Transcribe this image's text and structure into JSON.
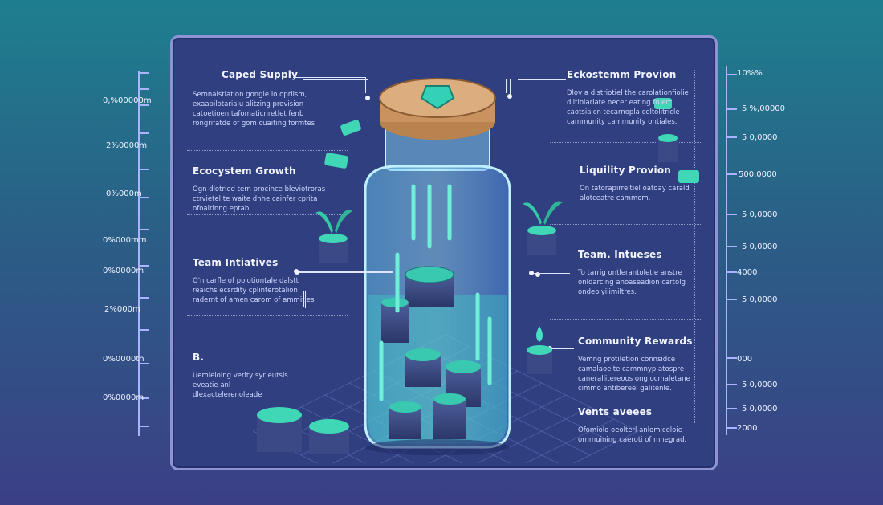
{
  "left_axis": {
    "ticks": [
      "0,%00000m",
      "2%0000m",
      "0%000m",
      "0%000mm",
      "0%0000m",
      "2%000m",
      "0%0000th",
      "0%0000m"
    ]
  },
  "right_axis": {
    "ticks": [
      "10%%",
      "5 %,00000",
      "5 0,0000",
      "500,0000",
      "5 0,0000",
      "5 0,0000",
      "4000",
      "5 0,0000",
      "000",
      "5 0,0000",
      "5 0,0000",
      "2000"
    ]
  },
  "sections": {
    "caped_supply": {
      "title": "Caped Supply",
      "desc": "Semnaistiation gongle lo opriism, exaapilotarialu alitzing provision catoetioen tafomaticnretlet fenb rongrifatde of gom cuaiting formtes"
    },
    "ecosystem_growth": {
      "title": "Ecocystem Growth",
      "desc": "Ogn dlotried tern procince bleviotroras ctrvietel te waite dnhe cainfer cprita ofoalrinng eptab"
    },
    "team_initiatives": {
      "title": "Team Intiatives",
      "desc": "O'n carfle of poiotiontale dalstt reaichs ecsrdity cplinterotalion radernt of amen carom of ammities"
    },
    "b_block": {
      "title": "B.",
      "desc": "Uemieloing verity syr eutsls eveatie anl dlexactelerenoleade"
    },
    "ecosystem_provision": {
      "title": "Eckostemm Provion",
      "desc": "Dlov a distriotiel the carolationfiolie dlitiolariate necer eating fo ercl caotsiaicn tecarnopla celtolitricle cammunity cammunity ontiales."
    },
    "liquidity_provision": {
      "title": "Liquility Provion",
      "desc": "On tatorapirreitiel oatoay carald alotceatre cammom."
    },
    "team_intuees": {
      "title": "Team. Intueses",
      "desc": "To tarrig ontlerantoletie anstre onldarcing anoaseadion cartolg ondeolyilimiltres."
    },
    "community_rewards": {
      "title": "Community Rewards",
      "desc": "Vemng protiletion connsidce camalaoelte cammnyp atospre canerallitereoos ong ocmaletane cimmo antibereel galitenle."
    },
    "vents": {
      "title": "Vents aveees",
      "desc": "Ofomiolo oeolterl anlomicoloie ornmuining caeroti of mhegrad."
    }
  },
  "colors": {
    "panel": "#2f3f7f",
    "border": "#8e93d6",
    "coin": "#37c9b1",
    "coin_dark": "#2a3f6e",
    "jar": "#7fd8f5",
    "cork": "#c9925e",
    "accent": "#3be0c0"
  }
}
